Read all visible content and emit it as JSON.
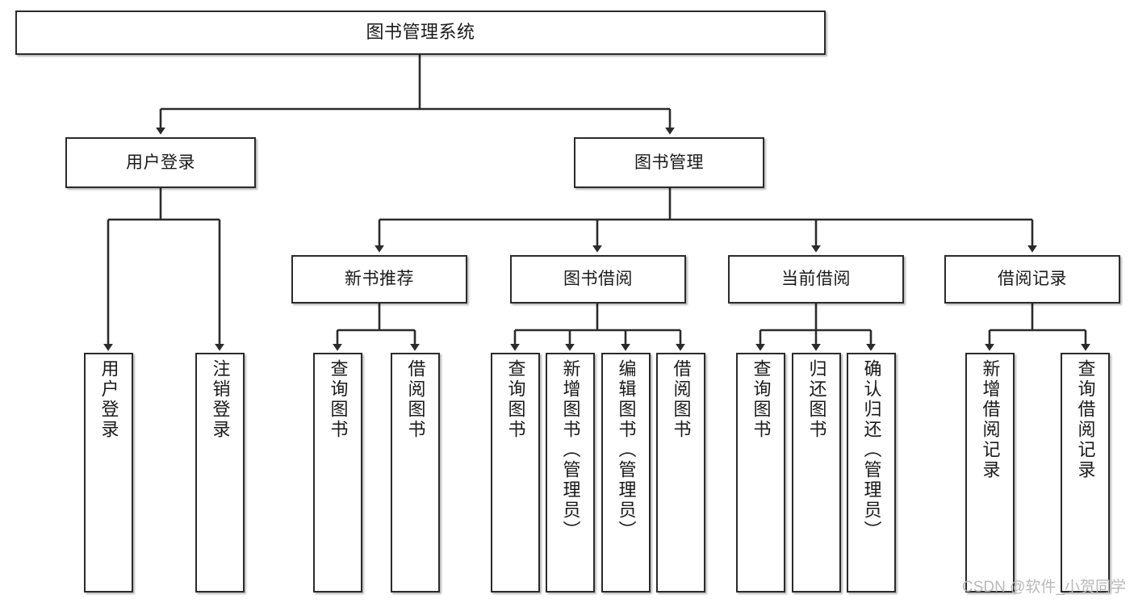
{
  "diagram": {
    "title": "图书管理系统",
    "type": "hierarchy-tree",
    "levels": 4,
    "colors": {
      "box_border": "#2b2b2b",
      "box_fill": "#ffffff",
      "connector": "#2b2b2b",
      "text": "#1a1a1a",
      "watermark": "#b9b9b9"
    },
    "root": {
      "label": "图书管理系统"
    },
    "level2": [
      {
        "label": "用户登录"
      },
      {
        "label": "图书管理"
      }
    ],
    "level3": [
      {
        "label": "新书推荐"
      },
      {
        "label": "图书借阅"
      },
      {
        "label": "当前借阅"
      },
      {
        "label": "借阅记录"
      }
    ],
    "leaves": {
      "user_login": [
        {
          "label": "用户登录"
        },
        {
          "label": "注销登录"
        }
      ],
      "new_book_recommend": [
        {
          "label": "查询图书"
        },
        {
          "label": "借阅图书"
        }
      ],
      "book_borrow": [
        {
          "label": "查询图书"
        },
        {
          "label": "新增图书（管理员）"
        },
        {
          "label": "编辑图书（管理员）"
        },
        {
          "label": "借阅图书"
        }
      ],
      "current_borrow": [
        {
          "label": "查询图书"
        },
        {
          "label": "归还图书"
        },
        {
          "label": "确认归还（管理员）"
        }
      ],
      "borrow_record": [
        {
          "label": "新增借阅记录"
        },
        {
          "label": "查询借阅记录"
        }
      ]
    }
  },
  "watermark": {
    "text": "CSDN @软件_小贺同学"
  }
}
